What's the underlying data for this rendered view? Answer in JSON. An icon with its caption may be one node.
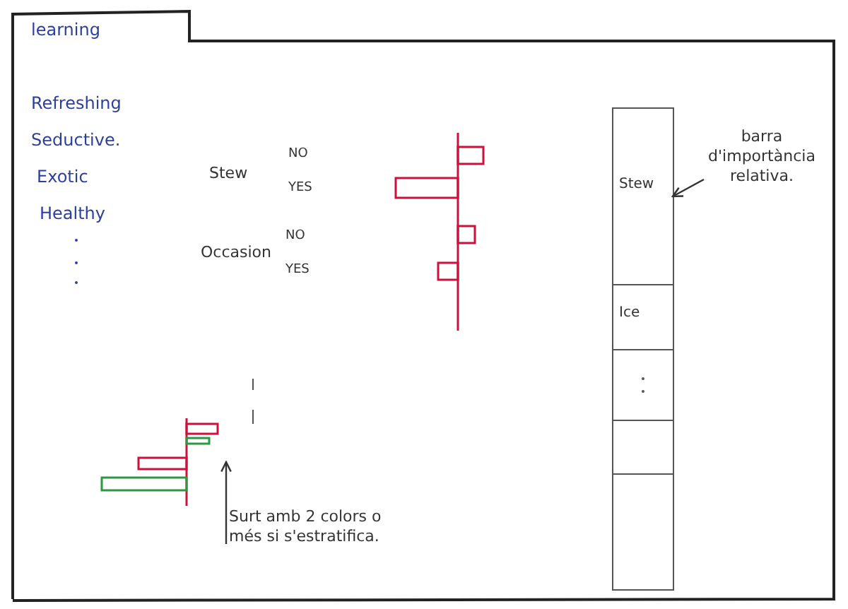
{
  "diagram": {
    "nodes": [
      {
        "text": [
          "learning"
        ]
      },
      {
        "text": [],
        "shape": "box",
        "in": 0
      },
      {
        "text": [
          "Stew"
        ],
        "in": 1
      },
      {
        "text": [
          "Ice"
        ],
        "in": 1
      },
      {
        "text": [],
        "shape": "box",
        "in": 1
      },
      {
        "text": [],
        "shape": "box",
        "in": 1
      },
      {
        "text": [],
        "shape": "box",
        "in": 1
      },
      {
        "text": [
          "barra d'importància relativa."
        ],
        "in": 0
      },
      {
        "text": [
          "Surt amb 2 colors o més si s'estratifica."
        ],
        "in": 0
      },
      {
        "text": [],
        "shape": "picture",
        "in": 0
      }
    ],
    "edges": [
      {
        "from": 7,
        "to": 2,
        "arrow": "to"
      },
      {
        "from": 8,
        "to": 9,
        "arrow": "to"
      }
    ],
    "labels": [
      "Refreshing",
      "Seductive.",
      "Exotic",
      "Healthy",
      "Stew",
      "NO",
      "YES",
      "Occasion",
      "NO",
      "YES"
    ]
  }
}
